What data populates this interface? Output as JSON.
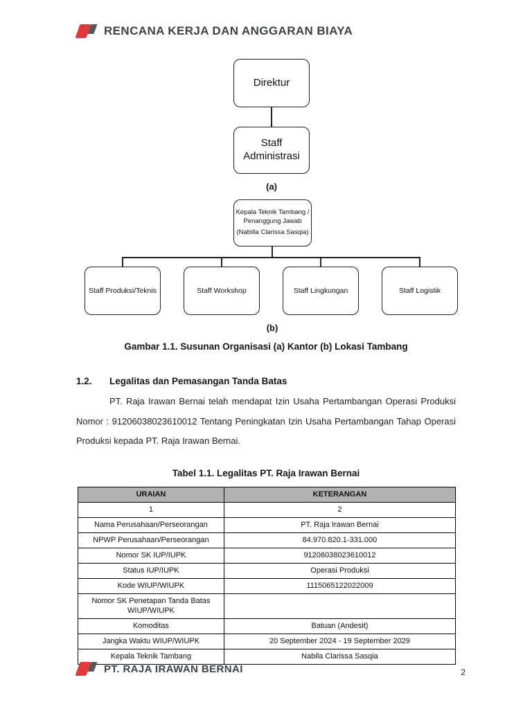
{
  "header": {
    "title": "RENCANA KERJA DAN ANGGARAN BIAYA"
  },
  "footer": {
    "company": "PT. RAJA IRAWAN BERNAI",
    "page_number": "2"
  },
  "org_chart_a": {
    "label": "(a)",
    "node_top": "Direktur",
    "node_bottom": "Staff Administrasi"
  },
  "org_chart_b": {
    "label": "(b)",
    "root": {
      "title": "Kepala Teknik Tambang / Penanggung Jawab",
      "subtitle": "(Nabilla Clarissa Sasqia)"
    },
    "children": [
      "Staff Produksi/Teknis",
      "Staff Workshop",
      "Staff  Lingkungan",
      "Staff Logistik"
    ]
  },
  "figure_caption": "Gambar 1.1. Susunan Organisasi (a) Kantor (b) Lokasi Tambang",
  "section": {
    "number": "1.2.",
    "title": "Legalitas dan Pemasangan Tanda Batas"
  },
  "paragraph": "PT. Raja Irawan Bernai telah mendapat Izin Usaha Pertambangan Operasi Produksi Nomor : 91206038023610012 Tentang Peningkatan Izin Usaha Pertambangan Tahap Operasi Produksi kepada PT. Raja Irawan Bernai.",
  "table": {
    "caption": "Tabel 1.1. Legalitas PT. Raja Irawan  Bernai",
    "headers": [
      "URAIAN",
      "KETERANGAN"
    ],
    "subheaders": [
      "1",
      "2"
    ],
    "rows": [
      [
        "Nama Perusahaan/Perseorangan",
        "PT. Raja Irawan Bernai"
      ],
      [
        "NPWP Perusahaan/Perseorangan",
        "84.970.820.1-331.000"
      ],
      [
        "Nomor SK IUP/IUPK",
        "91206038023610012"
      ],
      [
        "Status IUP/IUPK",
        "Operasi Produksi"
      ],
      [
        "Kode WIUP/WIUPK",
        "1115065122022009"
      ],
      [
        "Nomor SK Penetapan Tanda Batas WIUP/WIUPK",
        ""
      ],
      [
        "Komoditas",
        "Batuan (Andesit)"
      ],
      [
        "Jangka Waktu WIUP/WIUPK",
        "20 September 2024 - 19 September 2029"
      ],
      [
        "Kepala Teknik Tambang",
        "Nabila Clarissa Sasqia"
      ]
    ]
  },
  "colors": {
    "brand_red": "#e03a3c",
    "brand_gray": "#58595b",
    "header_text": "#3d4148",
    "table_header_bg": "#b2b2b2"
  }
}
